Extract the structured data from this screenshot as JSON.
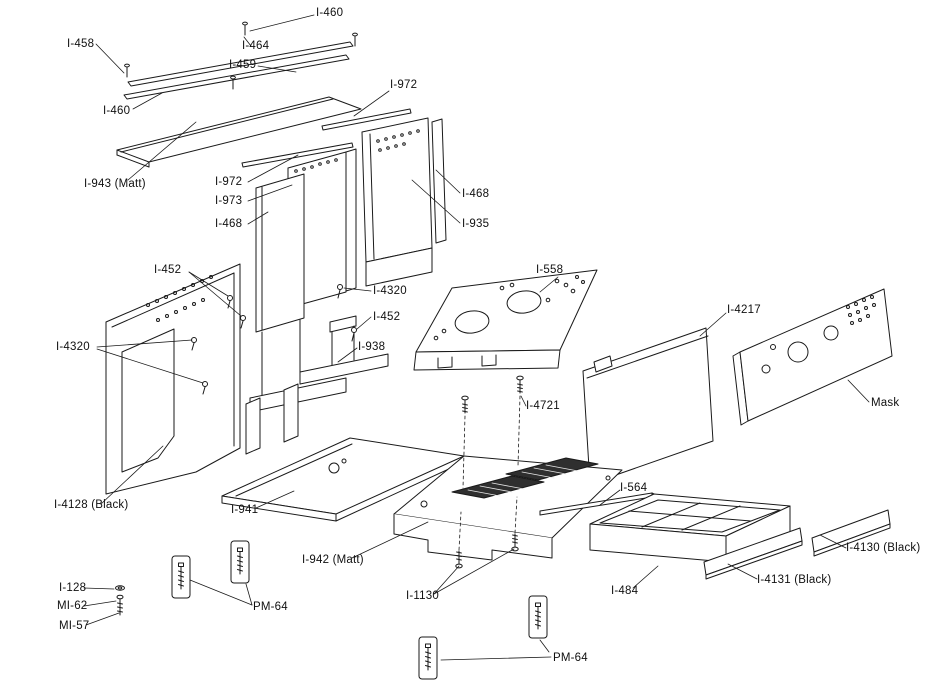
{
  "diagram": {
    "type": "exploded-parts-diagram",
    "background": "#ffffff",
    "line_color": "#1a1a1a"
  },
  "labels": [
    {
      "id": "i460-top",
      "text": "I-460"
    },
    {
      "id": "i458",
      "text": "I-458"
    },
    {
      "id": "i464",
      "text": "I-464"
    },
    {
      "id": "i459",
      "text": "I-459"
    },
    {
      "id": "i460-left",
      "text": "I-460"
    },
    {
      "id": "i972-top",
      "text": "I-972"
    },
    {
      "id": "i943",
      "text": "I-943 (Matt)"
    },
    {
      "id": "i972-mid",
      "text": "I-972"
    },
    {
      "id": "i973",
      "text": "I-973"
    },
    {
      "id": "i468-left",
      "text": "I-468"
    },
    {
      "id": "i468-right",
      "text": "I-468"
    },
    {
      "id": "i935",
      "text": "I-935"
    },
    {
      "id": "i452-top",
      "text": "I-452"
    },
    {
      "id": "i558",
      "text": "I-558"
    },
    {
      "id": "i4320-center",
      "text": "I-4320"
    },
    {
      "id": "i452-low",
      "text": "I-452"
    },
    {
      "id": "i4217",
      "text": "I-4217"
    },
    {
      "id": "i4320-left",
      "text": "I-4320"
    },
    {
      "id": "i938",
      "text": "I-938"
    },
    {
      "id": "i4721",
      "text": "I-4721"
    },
    {
      "id": "mask",
      "text": "Mask"
    },
    {
      "id": "i4128",
      "text": "I-4128 (Black)"
    },
    {
      "id": "i941",
      "text": "I-941"
    },
    {
      "id": "i564",
      "text": "I-564"
    },
    {
      "id": "i942",
      "text": "I-942 (Matt)"
    },
    {
      "id": "i4130",
      "text": "I-4130 (Black)"
    },
    {
      "id": "i4131",
      "text": "I-4131 (Black)"
    },
    {
      "id": "i484",
      "text": "I-484"
    },
    {
      "id": "i128",
      "text": "I-128"
    },
    {
      "id": "mi62",
      "text": "MI-62"
    },
    {
      "id": "mi57",
      "text": "MI-57"
    },
    {
      "id": "pm64-mid",
      "text": "PM-64"
    },
    {
      "id": "i1130",
      "text": "I-1130"
    },
    {
      "id": "pm64-bottom",
      "text": "PM-64"
    }
  ]
}
